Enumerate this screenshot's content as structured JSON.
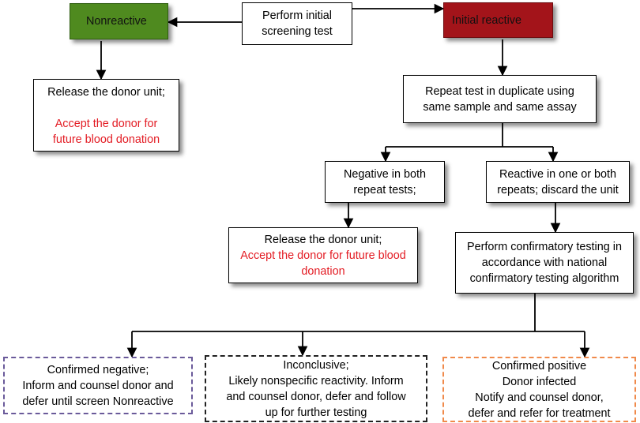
{
  "nodes": {
    "screening": [
      "Perform initial",
      "screening test"
    ],
    "nonreactive": [
      "Nonreactive"
    ],
    "initial_reactive": [
      "Initial reactive"
    ],
    "release1": {
      "black": [
        "Release the donor unit;"
      ],
      "red": [
        "Accept the donor for",
        "future blood donation"
      ]
    },
    "repeat_test": [
      "Repeat test in duplicate using",
      "same sample and same assay"
    ],
    "negative_both": [
      "Negative in both",
      "repeat tests;"
    ],
    "reactive_one": [
      "Reactive in one or both",
      "repeats; discard the unit"
    ],
    "release2": {
      "black": [
        "Release the donor unit;"
      ],
      "red": [
        "Accept the donor for future blood",
        "donation"
      ]
    },
    "confirmatory": [
      "Perform confirmatory testing in",
      "accordance with national",
      "confirmatory testing algorithm"
    ],
    "confirmed_negative": [
      "Confirmed negative;",
      "Inform and counsel donor and",
      "defer until screen Nonreactive"
    ],
    "inconclusive": [
      "Inconclusive;",
      "Likely nonspecific reactivity. Inform",
      "and counsel donor, defer and follow",
      "up for further testing"
    ],
    "confirmed_positive": [
      "Confirmed positive",
      "Donor infected",
      "Notify and counsel donor,",
      "defer and refer for treatment"
    ]
  },
  "colors": {
    "nonreactive_fill": "#4f8a1f",
    "initial_reactive_fill": "#a3141a",
    "accent_text": "#e31b23",
    "dash_purple": "#6a5a9a",
    "dash_black": "#222222",
    "dash_orange": "#f08a4b"
  }
}
